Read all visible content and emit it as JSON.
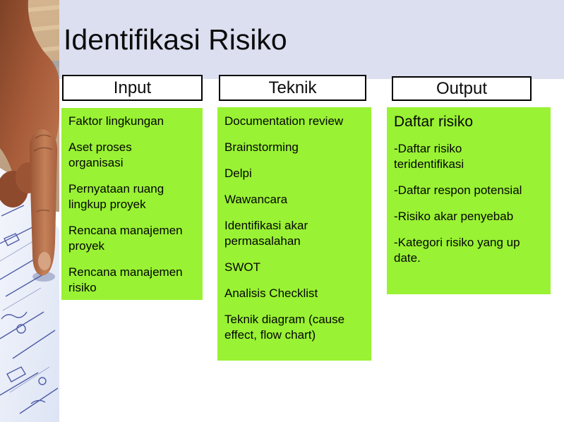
{
  "slide": {
    "title": "Identifikasi Risiko"
  },
  "columns": [
    {
      "id": "input",
      "header": "Input",
      "items": [
        "Faktor lingkungan",
        "Aset proses organisasi",
        "Pernyataan ruang lingkup proyek",
        "Rencana manajemen proyek",
        "Rencana manajemen risiko"
      ]
    },
    {
      "id": "teknik",
      "header": "Teknik",
      "items": [
        "Documentation review",
        "Brainstorming",
        "Delpi",
        "Wawancara",
        "Identifikasi akar permasalahan",
        "SWOT",
        "Analisis Checklist",
        "Teknik diagram (cause effect, flow chart)"
      ]
    },
    {
      "id": "output",
      "header": "Output",
      "items": [
        "Daftar risiko",
        "-Daftar risiko teridentifikasi",
        "-Daftar respon potensial",
        "-Risiko akar penyebab",
        "-Kategori risiko yang up date."
      ]
    }
  ],
  "colors": {
    "title_band": "#dcdff0",
    "item_box_green": "#99f233",
    "header_box_bg": "#ffffff",
    "header_box_border": "#000000",
    "text": "#000000"
  },
  "photo": {
    "subject": "hand-pointing-at-blueprint"
  }
}
